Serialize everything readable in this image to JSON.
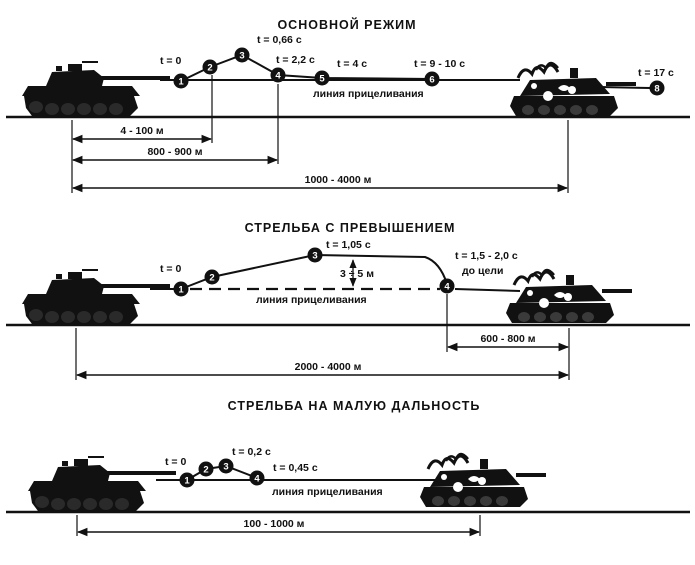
{
  "sections": [
    {
      "title": "ОСНОВНОЙ РЕЖИМ",
      "time_labels": [
        "t = 0",
        "t = 0,66 с",
        "t = 2,2 с",
        "t = 4 с",
        "t = 9 - 10 с",
        "t = 17 с"
      ],
      "line_label": "линия прицеливания",
      "markers": [
        "1",
        "2",
        "3",
        "4",
        "5",
        "6",
        "8"
      ],
      "distances": [
        "4 - 100 м",
        "800 - 900 м",
        "1000 - 4000 м"
      ]
    },
    {
      "title": "СТРЕЛЬБА С ПРЕВЫШЕНИЕМ",
      "time_labels": [
        "t = 0",
        "t = 1,05 с",
        "t = 1,5 - 2,0 с",
        "до цели"
      ],
      "elevation_label": "3 ÷ 5 м",
      "line_label": "линия прицеливания",
      "markers": [
        "1",
        "2",
        "3",
        "4"
      ],
      "distances": [
        "600 - 800 м",
        "2000 - 4000 м"
      ]
    },
    {
      "title": "СТРЕЛЬБА НА МАЛУЮ ДАЛЬНОСТЬ",
      "time_labels": [
        "t = 0",
        "t = 0,2 с",
        "t = 0,45 с"
      ],
      "line_label": "линия прицеливания",
      "markers": [
        "1",
        "2",
        "3",
        "4"
      ],
      "distances": [
        "100 - 1000 м"
      ]
    }
  ],
  "colors": {
    "ink": "#111111",
    "background": "#ffffff"
  },
  "icons": [
    "tank-icon",
    "target-tank-icon",
    "missile-marker-icon"
  ]
}
